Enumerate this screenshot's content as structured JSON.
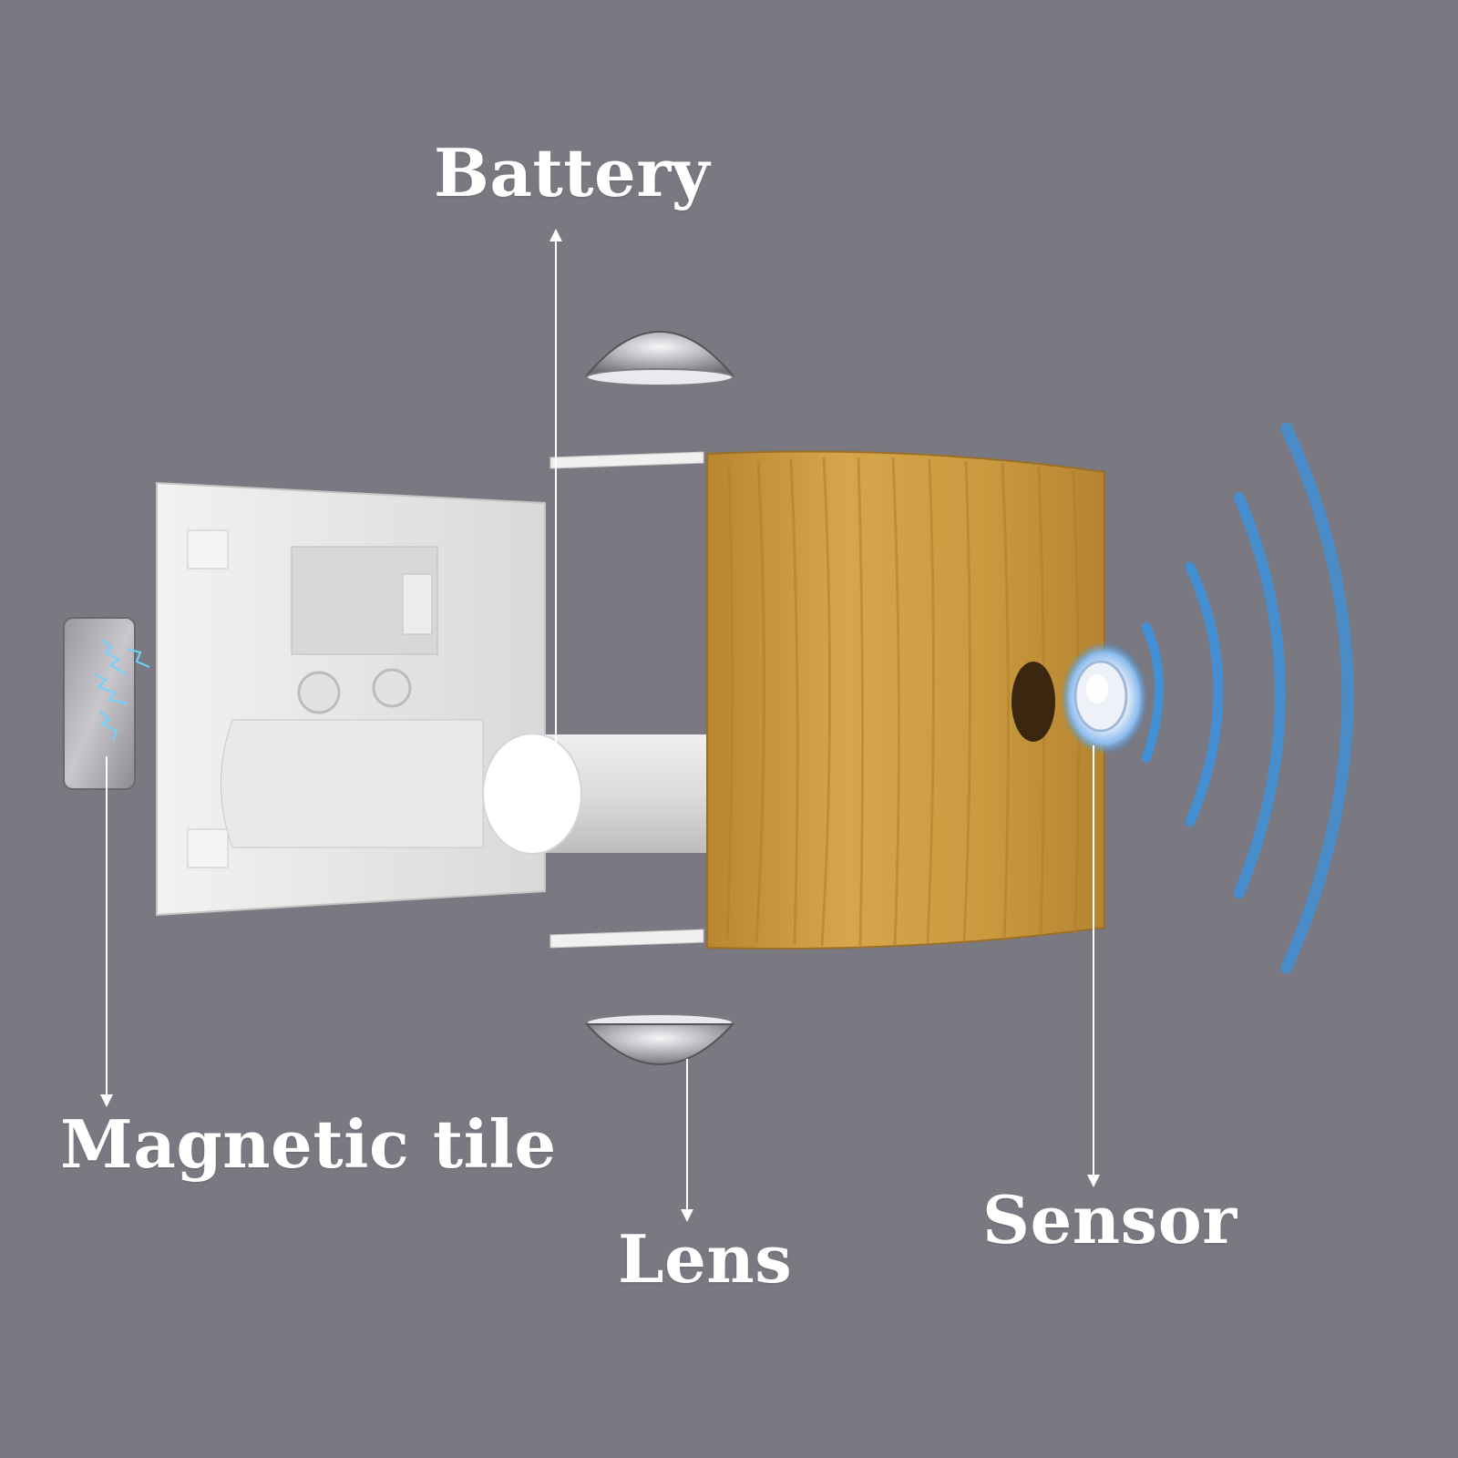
{
  "labels": {
    "battery": "Battery",
    "magnetic_tile": "Magnetic tile",
    "lens": "Lens",
    "sensor": "Sensor"
  },
  "colors": {
    "background": "#7a7881",
    "label_text": "#ffffff",
    "leader_line": "#ffffff",
    "wood": "#c99a3e",
    "housing": "#e4e4e4",
    "signal_wave": "#3a93e0",
    "spark": "#6fd3ff"
  },
  "parts": [
    "battery",
    "lens-top",
    "lens-bottom",
    "magnetic-tile",
    "housing",
    "wood-block",
    "sensor",
    "signal-waves"
  ]
}
